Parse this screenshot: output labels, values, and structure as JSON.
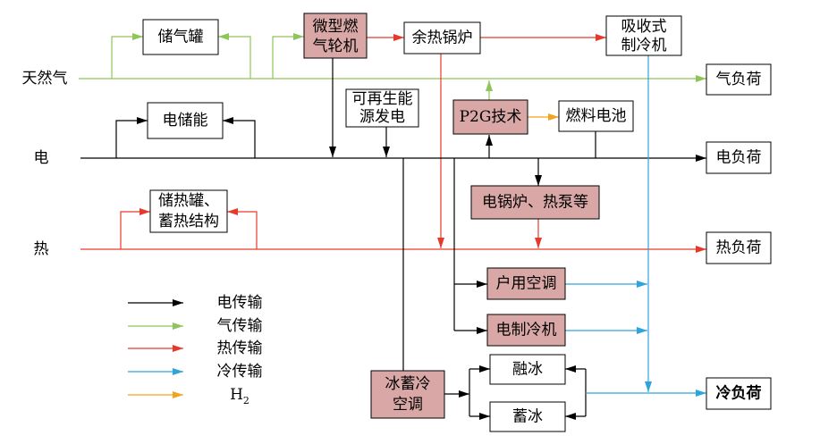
{
  "buses": {
    "gas": "天然气",
    "electricity": "电",
    "heat": "热"
  },
  "nodes": {
    "gas_storage": "储气罐",
    "micro_gas_turbine": [
      "微型燃",
      "气轮机"
    ],
    "waste_heat_boiler": "余热锅炉",
    "absorption_chiller": [
      "吸收式",
      "制冷机"
    ],
    "electric_storage": "电储能",
    "renewable_generation": [
      "可再生能",
      "源发电"
    ],
    "p2g": "P2G技术",
    "fuel_cell": "燃料电池",
    "heat_storage": [
      "储热罐、",
      "蓄热结构"
    ],
    "electric_boiler_heat_pump": "电锅炉、热泵等",
    "household_ac": "户用空调",
    "electric_chiller": "电制冷机",
    "ice_storage_ac": [
      "冰蓄冷",
      "空调"
    ],
    "ice_melting": "融冰",
    "ice_storing": "蓄冰"
  },
  "loads": {
    "gas": "气负荷",
    "electricity": "电负荷",
    "heat": "热负荷",
    "cold": "冷负荷"
  },
  "legend": [
    {
      "label": "电传输",
      "color": "#000000"
    },
    {
      "label": "气传输",
      "color": "#8fc45a"
    },
    {
      "label": "热传输",
      "color": "#e53a2b"
    },
    {
      "label": "冷传输",
      "color": "#2ea4dc"
    },
    {
      "label": "H",
      "subscript": "2",
      "color": "#f3a41e"
    }
  ],
  "colors": {
    "device_fill_highlighted": "#d9a8a6",
    "device_fill": "#ffffff"
  }
}
